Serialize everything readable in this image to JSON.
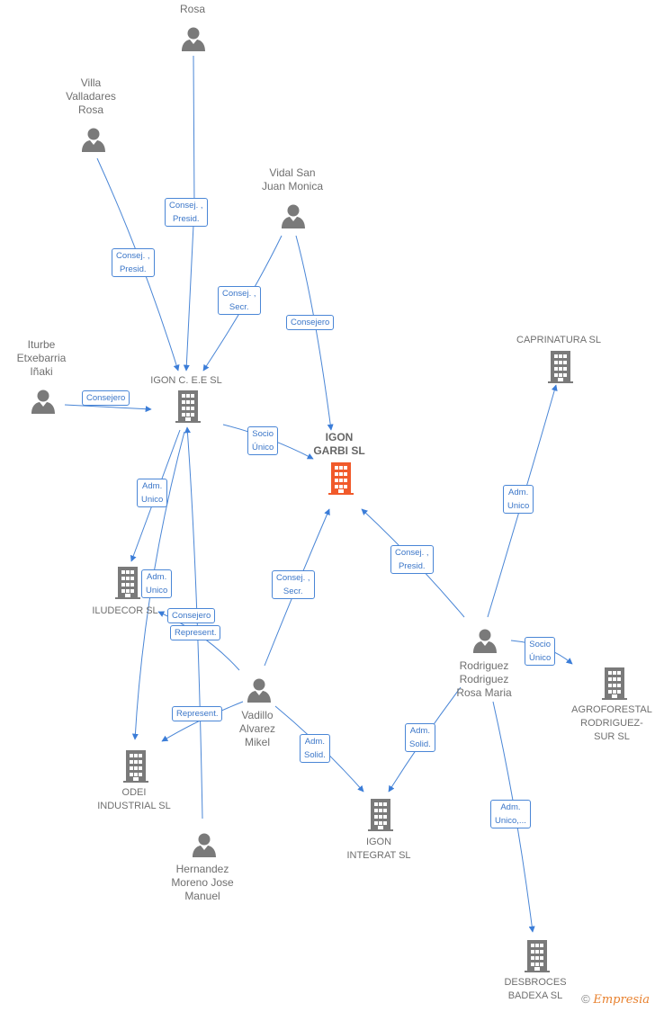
{
  "colors": {
    "edge": "#4a86d6",
    "person": "#7a7a7a",
    "company": "#7a7a7a",
    "main_company": "#f15a2b"
  },
  "nodes": {
    "rosa_top": {
      "label": "Rosa",
      "kind": "person"
    },
    "villa": {
      "label": "Villa\nValladares\nRosa",
      "kind": "person"
    },
    "vidal": {
      "label": "Vidal San\nJuan Monica",
      "kind": "person"
    },
    "iturbe": {
      "label": "Iturbe\nEtxebarria\nIñaki",
      "kind": "person"
    },
    "igon_cee": {
      "label": "IGON C. E.E SL",
      "kind": "company"
    },
    "igon_garbi": {
      "label": "IGON\nGARBI  SL",
      "kind": "main"
    },
    "caprinatura": {
      "label": "CAPRINATURA SL",
      "kind": "company"
    },
    "iludecor": {
      "label": "ILUDECOR  SL",
      "kind": "company"
    },
    "rodriguez": {
      "label": "Rodriguez\nRodriguez\nRosa Maria",
      "kind": "person"
    },
    "agroforestal": {
      "label": "AGROFORESTAL\nRODRIGUEZ-\nSUR  SL",
      "kind": "company"
    },
    "vadillo": {
      "label": "Vadillo\nAlvarez\nMikel",
      "kind": "person"
    },
    "odei": {
      "label": "ODEI\nINDUSTRIAL SL",
      "kind": "company"
    },
    "igon_integrat": {
      "label": "IGON\nINTEGRAT  SL",
      "kind": "company"
    },
    "hernandez": {
      "label": "Hernandez\nMoreno Jose\nManuel",
      "kind": "person"
    },
    "desbroces": {
      "label": "DESBROCES\nBADEXA  SL",
      "kind": "company"
    }
  },
  "edge_labels": {
    "rosa_cee": "Consej. ,\nPresid.",
    "villa_cee": "Consej. ,\nPresid.",
    "vidal_cee": "Consej. ,\nSecr.",
    "vidal_garbi": "Consejero",
    "iturbe_cee": "Consejero",
    "cee_garbi": "Socio\nÚnico",
    "cee_iludecor": "Adm.\nUnico",
    "cee_odei": "Adm.\nUnico",
    "vadillo_iludecor_1": "Consejero",
    "vadillo_iludecor_2": "Represent.",
    "vadillo_garbi": "Consej. ,\nSecr.",
    "vadillo_odei": "Represent.",
    "vadillo_integrat": "Adm.\nSolid.",
    "rodriguez_garbi": "Consej. ,\nPresid.",
    "rodriguez_caprinatura": "Adm.\nUnico",
    "rodriguez_agroforestal": "Socio\nÚnico",
    "rodriguez_integrat": "Adm.\nSolid.",
    "rodriguez_desbroces": "Adm.\nUnico,..."
  },
  "footer": {
    "symbol": "©",
    "brand": "Empresia"
  }
}
